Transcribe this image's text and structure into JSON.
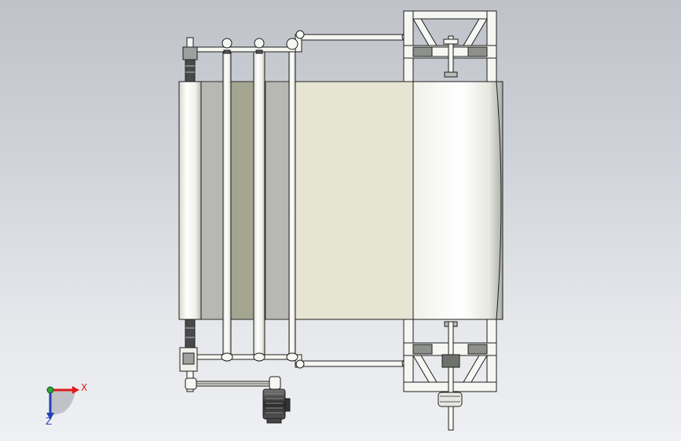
{
  "viewport": {
    "background_top": "#bfc3c9",
    "background_bottom": "#eff0f3"
  },
  "model": {
    "name": "conveyor-roller-machine",
    "components": [
      "belt",
      "idler-rollers",
      "drive-shaft",
      "gearbox",
      "frame",
      "motor",
      "pulley"
    ],
    "belt_color": "#e6e5d3",
    "steel_color": "#f6f6f2",
    "outline_color": "#1e1e1e",
    "shadow_color": "#9aa09a"
  },
  "triad": {
    "x_label": "X",
    "y_label": "Z",
    "x_color": "#e01b1b",
    "y_color": "#2140b8",
    "origin_color": "#2fa23a"
  }
}
